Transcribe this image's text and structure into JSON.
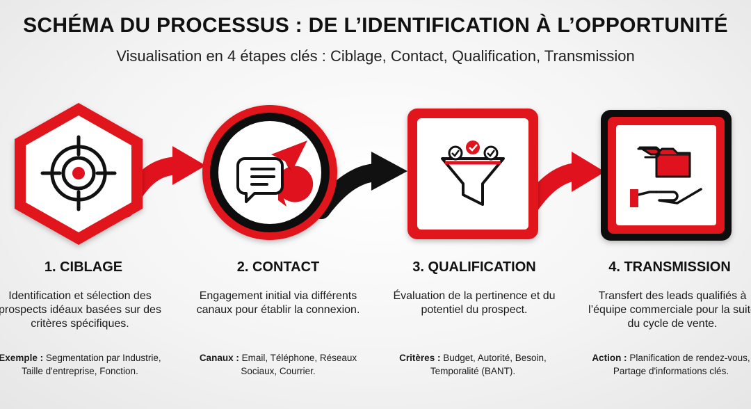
{
  "header": {
    "title": "SCHÉMA DU PROCESSUS : DE L’IDENTIFICATION À L’OPPORTUNITÉ",
    "subtitle": "Visualisation en 4 étapes clés : Ciblage, Contact, Qualification, Transmission"
  },
  "colors": {
    "accent": "#e0121d",
    "dark": "#111111",
    "frame": "#ffffff"
  },
  "steps": [
    {
      "title": "1. CIBLAGE",
      "description": "Identification et sélection des prospects idéaux basées sur des critères spécifiques.",
      "note_label": "Exemple :",
      "note_text": " Segmentation par Industrie, Taille d'entreprise, Fonction.",
      "icon": "target-icon",
      "shape": "hexagon"
    },
    {
      "title": "2. CONTACT",
      "description": "Engagement initial via différents canaux pour établir la connexion.",
      "note_label": "Canaux :",
      "note_text": " Email, Téléphone, Réseaux Sociaux, Courrier.",
      "icon": "chat-paper-plane-icon",
      "shape": "circle"
    },
    {
      "title": "3. QUALIFICATION",
      "description": "Évaluation de la pertinence et du potentiel du prospect.",
      "note_label": "Critères :",
      "note_text": " Budget, Autorité, Besoin, Temporalité (BANT).",
      "icon": "funnel-icon",
      "shape": "rounded-square"
    },
    {
      "title": "4. TRANSMISSION",
      "description": "Transfert des leads qualifiés à l’équipe commerciale pour la suite du cycle de vente.",
      "note_label": "Action :",
      "note_text": " Planification de rendez-vous, Partage d'informations clés.",
      "icon": "handover-folder-icon",
      "shape": "rounded-square"
    }
  ],
  "connectors": [
    {
      "color": "red",
      "icon": "arrow-right-icon"
    },
    {
      "color": "black",
      "icon": "arrow-right-icon"
    },
    {
      "color": "red",
      "icon": "arrow-right-icon"
    }
  ]
}
